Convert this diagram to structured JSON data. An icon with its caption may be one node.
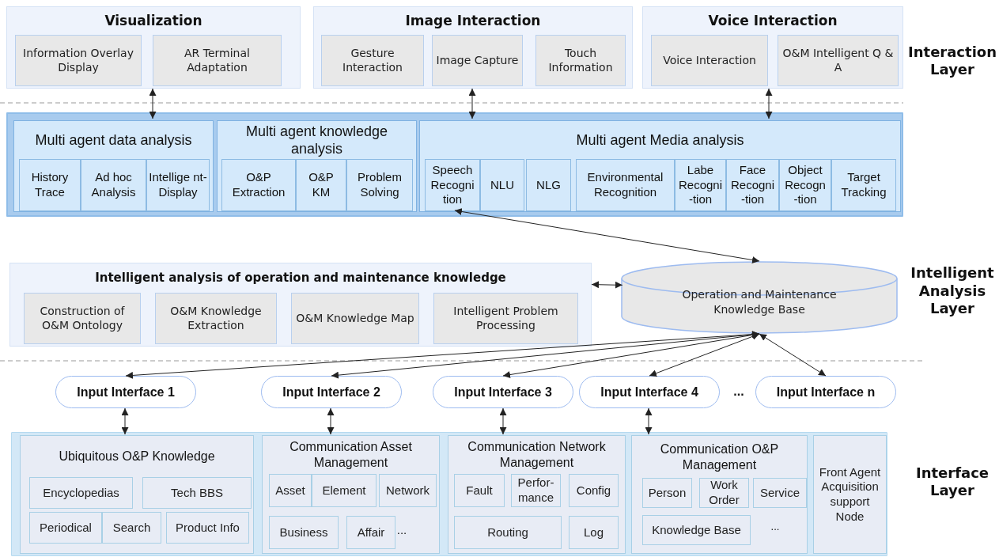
{
  "diagram": {
    "nodes": [
      {
        "text": [
          "Visualization"
        ]
      },
      {
        "text": [
          "Information Overlay Display"
        ],
        "in": 0
      },
      {
        "text": [
          "AR Terminal Adaptation"
        ],
        "in": 0
      },
      {
        "text": [
          "Image Interaction"
        ]
      },
      {
        "text": [
          "Gesture Interaction"
        ],
        "in": 3
      },
      {
        "text": [
          "Image Capture"
        ],
        "in": 3
      },
      {
        "text": [
          "Touch Information"
        ],
        "in": 3
      },
      {
        "text": [
          "Voice Interaction"
        ]
      },
      {
        "text": [
          "Voice Interaction"
        ],
        "in": 7
      },
      {
        "text": [
          "O&M Intelligent Q & A"
        ],
        "in": 7
      },
      {
        "text": [],
        "shape": "box"
      },
      {
        "text": [
          "Multi agent data analysis"
        ],
        "in": 10
      },
      {
        "text": [
          "History Trace"
        ],
        "in": 11
      },
      {
        "text": [
          "Ad hoc Analysis"
        ],
        "in": 11
      },
      {
        "text": [
          "Intellige nt- Display"
        ],
        "in": 11
      },
      {
        "text": [
          "Multi agent knowledge analysis"
        ],
        "in": 10
      },
      {
        "text": [
          "O&P Extraction"
        ],
        "in": 15
      },
      {
        "text": [
          "O&P KM"
        ],
        "in": 15
      },
      {
        "text": [
          "Problem Solving"
        ],
        "in": 15
      },
      {
        "text": [
          "Multi agent Media analysis"
        ],
        "in": 10
      },
      {
        "text": [
          "Speech Recogni tion"
        ],
        "in": 19
      },
      {
        "text": [
          "NLU"
        ],
        "in": 19
      },
      {
        "text": [
          "NLG"
        ],
        "in": 19
      },
      {
        "text": [
          "Environmental Recognition"
        ],
        "in": 19
      },
      {
        "text": [
          "Labe Recogni -tion"
        ],
        "in": 19
      },
      {
        "text": [
          "Face Recogni -tion"
        ],
        "in": 19
      },
      {
        "text": [
          "Object Recogn -tion"
        ],
        "in": 19
      },
      {
        "text": [
          "Target Tracking"
        ],
        "in": 19
      },
      {
        "text": [
          "Intelligent analysis of operation and maintenance knowledge"
        ]
      },
      {
        "text": [
          "Construction of O&M Ontology"
        ],
        "in": 28
      },
      {
        "text": [
          "O&M Knowledge Extraction"
        ],
        "in": 28
      },
      {
        "text": [
          "O&M Knowledge Map"
        ],
        "in": 28
      },
      {
        "text": [
          "Intelligent Problem Processing"
        ],
        "in": 28
      },
      {
        "text": [
          "Operation and Maintenance Knowledge Base"
        ]
      },
      {
        "text": [
          "Input Interface 1"
        ]
      },
      {
        "text": [
          "Input Interface 2"
        ]
      },
      {
        "text": [
          "Input Interface 3"
        ]
      },
      {
        "text": [
          "Input Interface 4"
        ]
      },
      {
        "text": [
          "Input Interface n"
        ]
      },
      {
        "text": [],
        "shape": "box"
      },
      {
        "text": [
          "Ubiquitous O&P Knowledge"
        ],
        "in": 39
      },
      {
        "text": [
          "Encyclopedias"
        ],
        "in": 40
      },
      {
        "text": [
          "Tech BBS"
        ],
        "in": 40
      },
      {
        "text": [
          "Periodical"
        ],
        "in": 40
      },
      {
        "text": [
          "Search"
        ],
        "in": 40
      },
      {
        "text": [
          "Product Info"
        ],
        "in": 40
      },
      {
        "text": [
          "Communication Asset Management"
        ],
        "in": 39
      },
      {
        "text": [
          "Asset"
        ],
        "in": 46
      },
      {
        "text": [
          "Element"
        ],
        "in": 46
      },
      {
        "text": [
          "Network"
        ],
        "in": 46
      },
      {
        "text": [
          "Business"
        ],
        "in": 46
      },
      {
        "text": [
          "Affair"
        ],
        "in": 46
      },
      {
        "text": [
          "Communication Network Management"
        ],
        "in": 39
      },
      {
        "text": [
          "Fault"
        ],
        "in": 52
      },
      {
        "text": [
          "Perfor- mance"
        ],
        "in": 52
      },
      {
        "text": [
          "Config"
        ],
        "in": 52
      },
      {
        "text": [
          "Routing"
        ],
        "in": 52
      },
      {
        "text": [
          "Log"
        ],
        "in": 52
      },
      {
        "text": [
          "Communication O&P Management"
        ],
        "in": 39
      },
      {
        "text": [
          "Person"
        ],
        "in": 58
      },
      {
        "text": [
          "Work Order"
        ],
        "in": 58
      },
      {
        "text": [
          "Service"
        ],
        "in": 58
      },
      {
        "text": [
          "Knowledge Base"
        ],
        "in": 58
      },
      {
        "text": [
          "Front Agent Acquisition support Node"
        ],
        "in": 39
      }
    ],
    "edges": [
      {
        "from": 0,
        "to": 11,
        "arrow": "both"
      },
      {
        "from": 3,
        "to": 19,
        "arrow": "both"
      },
      {
        "from": 7,
        "to": 19,
        "arrow": "both"
      },
      {
        "from": 19,
        "to": 33,
        "arrow": "both"
      },
      {
        "from": 28,
        "to": 33,
        "arrow": "both"
      },
      {
        "from": 33,
        "to": 34,
        "arrow": "both"
      },
      {
        "from": 33,
        "to": 35,
        "arrow": "both"
      },
      {
        "from": 33,
        "to": 36,
        "arrow": "both"
      },
      {
        "from": 33,
        "to": 37,
        "arrow": "both"
      },
      {
        "from": 33,
        "to": 38,
        "arrow": "both"
      },
      {
        "from": 34,
        "to": 40,
        "arrow": "both"
      },
      {
        "from": 35,
        "to": 46,
        "arrow": "both"
      },
      {
        "from": 36,
        "to": 52,
        "arrow": "both"
      },
      {
        "from": 37,
        "to": 58,
        "arrow": "both"
      }
    ],
    "labels": [
      "Interaction Layer",
      "Intelligent Analysis Layer",
      "...",
      "Interface Layer",
      "...",
      "..."
    ]
  }
}
